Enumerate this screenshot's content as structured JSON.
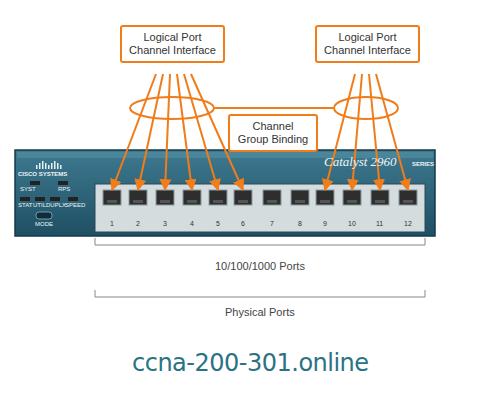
{
  "diagram": {
    "nodes": [
      {
        "text": [
          "Logical Port Channel Interface"
        ]
      },
      {
        "text": [
          "Logical Port Channel Interface"
        ]
      },
      {
        "text": [
          "Channel Group Binding"
        ]
      }
    ],
    "labels": [
      "CISCO SYSTEMS",
      "Catalyst 2960",
      "SERIES",
      "SYST",
      "RPS",
      "STAT",
      "UTIL",
      "DUPLX",
      "SPEED",
      "MODE",
      "1",
      "2",
      "3",
      "4",
      "5",
      "6",
      "7",
      "8",
      "9",
      "10",
      "11",
      "12",
      "10/100/1000 Ports",
      "Physical Ports",
      "ccna-200-301.online"
    ]
  }
}
